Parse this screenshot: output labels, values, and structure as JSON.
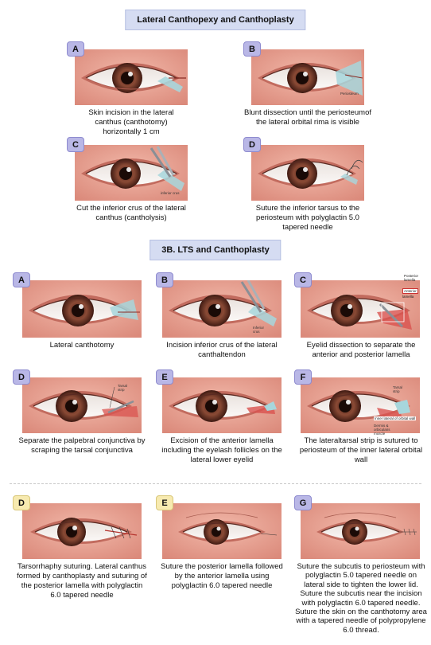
{
  "section1": {
    "title": "Lateral Canthopexy and Canthoplasty",
    "panels": [
      {
        "letter": "A",
        "caption": "Skin incision in the lateral canthus (canthotomy) horizontally 1 cm",
        "annotation": ""
      },
      {
        "letter": "B",
        "caption": "Blunt dissection until the periosteumof the lateral orbital rima is visible",
        "annotation": "Periosteum"
      },
      {
        "letter": "C",
        "caption": "Cut the inferior crus of the lateral canthus (cantholysis)",
        "annotation": "inferior crus"
      },
      {
        "letter": "D",
        "caption": "Suture the inferior tarsus to the periosteum with polyglactin 5.0 tapered needle",
        "annotation": ""
      }
    ]
  },
  "section2": {
    "title": "3B. LTS and Canthoplasty",
    "rows": [
      [
        {
          "letter": "A",
          "caption": "Lateral canthotomy",
          "annotations": []
        },
        {
          "letter": "B",
          "caption": "Incision inferior crus of the lateral canthaltendon",
          "annotations": [
            "Inferior",
            "crus"
          ]
        },
        {
          "letter": "C",
          "caption": "Eyelid dissection to separate the anterior and posterior lamella",
          "annotations": [
            "Posterior",
            "lamella",
            "Anterior",
            "lamella"
          ]
        }
      ],
      [
        {
          "letter": "D",
          "caption": "Separate the palpebral conjunctiva by scraping the tarsal conjunctiva",
          "annotations": [
            "Tarsal strip"
          ]
        },
        {
          "letter": "E",
          "caption": "Excision of the anterior lamella including the eyelash follicles on the lateral lower eyelid",
          "annotations": []
        },
        {
          "letter": "F",
          "caption": "The lateraltarsal strip is sutured to periosteum of the inner lateral orbital wall",
          "annotations": [
            "Tarsal strip",
            "Inner lateral of orbital wall",
            "Dermis & orbicularis",
            "muscle"
          ]
        }
      ],
      [
        {
          "letter": "D",
          "caption": "Tarsorrhaphy suturing. Lateral canthus formed by canthoplasty and suturing of the posterior lamella with polyglactin 6.0 tapered needle",
          "annotations": []
        },
        {
          "letter": "E",
          "caption": "Suture the posterior lamella followed by the anterior lamella using polyglactin 6.0 tapered needle",
          "annotations": []
        },
        {
          "letter": "G",
          "caption": "Suture the subcutis to periosteum with  polyglactin 5.0 tapered needle on lateral side to tighten the lower lid. Suture the subcutis near the incision with polyglactin 6.0 tapered needle. Suture the skin on the canthotomy area with a tapered needle of polypropylene 6.0 thread.",
          "annotations": []
        }
      ]
    ]
  },
  "colors": {
    "header_bg": "#d5dcf2",
    "badge_purple": "#b9b7e6",
    "badge_yellow": "#f7eab0",
    "skin": "#e9a293",
    "iris": "#7a3d2c",
    "wound": "#a7d6dc"
  }
}
